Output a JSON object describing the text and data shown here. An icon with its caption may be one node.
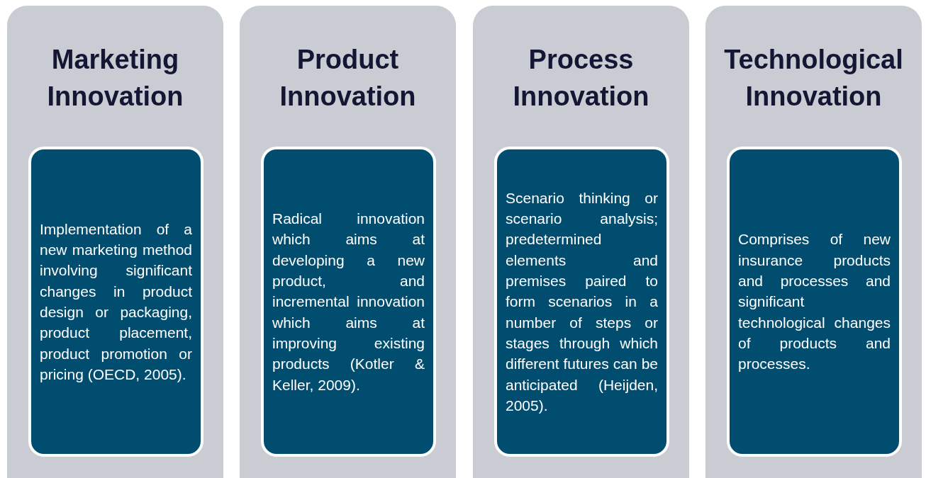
{
  "diagram": {
    "nodes": [
      {
        "text": [
          "Marketing Innovation"
        ]
      },
      {
        "text": [
          "Implementation of a new marketing method involving significant changes in product design or packaging, product placement, product promotion or pricing (OECD, 2005)."
        ],
        "in": 0
      },
      {
        "text": [
          "Product Innovation"
        ]
      },
      {
        "text": [
          "Radical innovation which aims at developing a new product, and incremental innovation which aims at improving existing products (Kotler & Keller, 2009)."
        ],
        "in": 2
      },
      {
        "text": [
          "Process Innovation"
        ]
      },
      {
        "text": [
          "Scenario thinking or scenario analysis; predetermined elements and premises paired to form scenarios in a number of steps or stages through which different futures can be anticipated (Heijden, 2005)."
        ],
        "in": 4
      },
      {
        "text": [
          "Technological Innovation"
        ]
      },
      {
        "text": [
          "Comprises of new insurance products and processes and significant technological changes of products and processes."
        ],
        "in": 6
      }
    ],
    "edges": []
  }
}
